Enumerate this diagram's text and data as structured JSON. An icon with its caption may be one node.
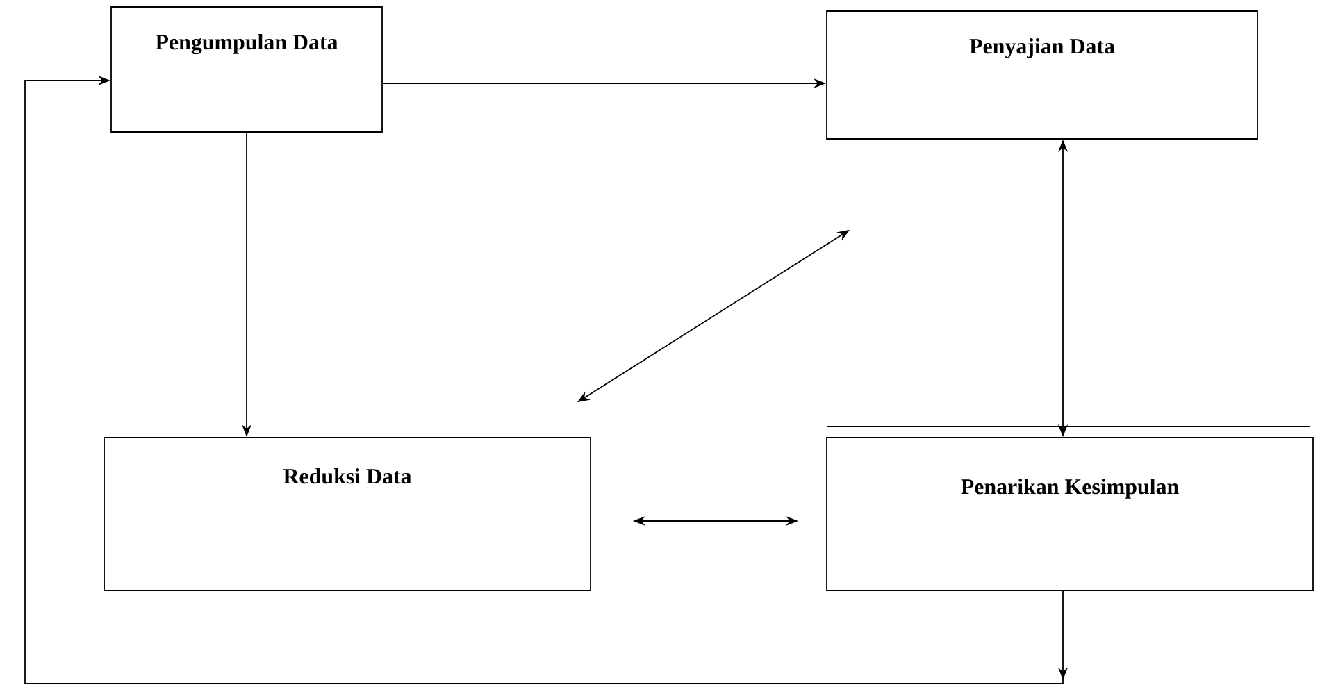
{
  "diagram": {
    "nodes": [
      {
        "text": [
          "Pengumpulan Data"
        ]
      },
      {
        "text": [
          "Penyajian Data"
        ]
      },
      {
        "text": [
          "Reduksi Data"
        ]
      },
      {
        "text": [
          "Penarikan Kesimpulan"
        ]
      }
    ],
    "edges": [
      {
        "from": 0,
        "to": 1,
        "arrow": "to"
      },
      {
        "from": 0,
        "to": 2,
        "arrow": "to"
      },
      {
        "from": 1,
        "to": 3,
        "arrow": "both"
      },
      {
        "from": 2,
        "to": 1,
        "arrow": "both"
      },
      {
        "from": 2,
        "to": 3,
        "arrow": "both"
      },
      {
        "from": 3,
        "to": 0,
        "arrow": "to"
      }
    ]
  }
}
